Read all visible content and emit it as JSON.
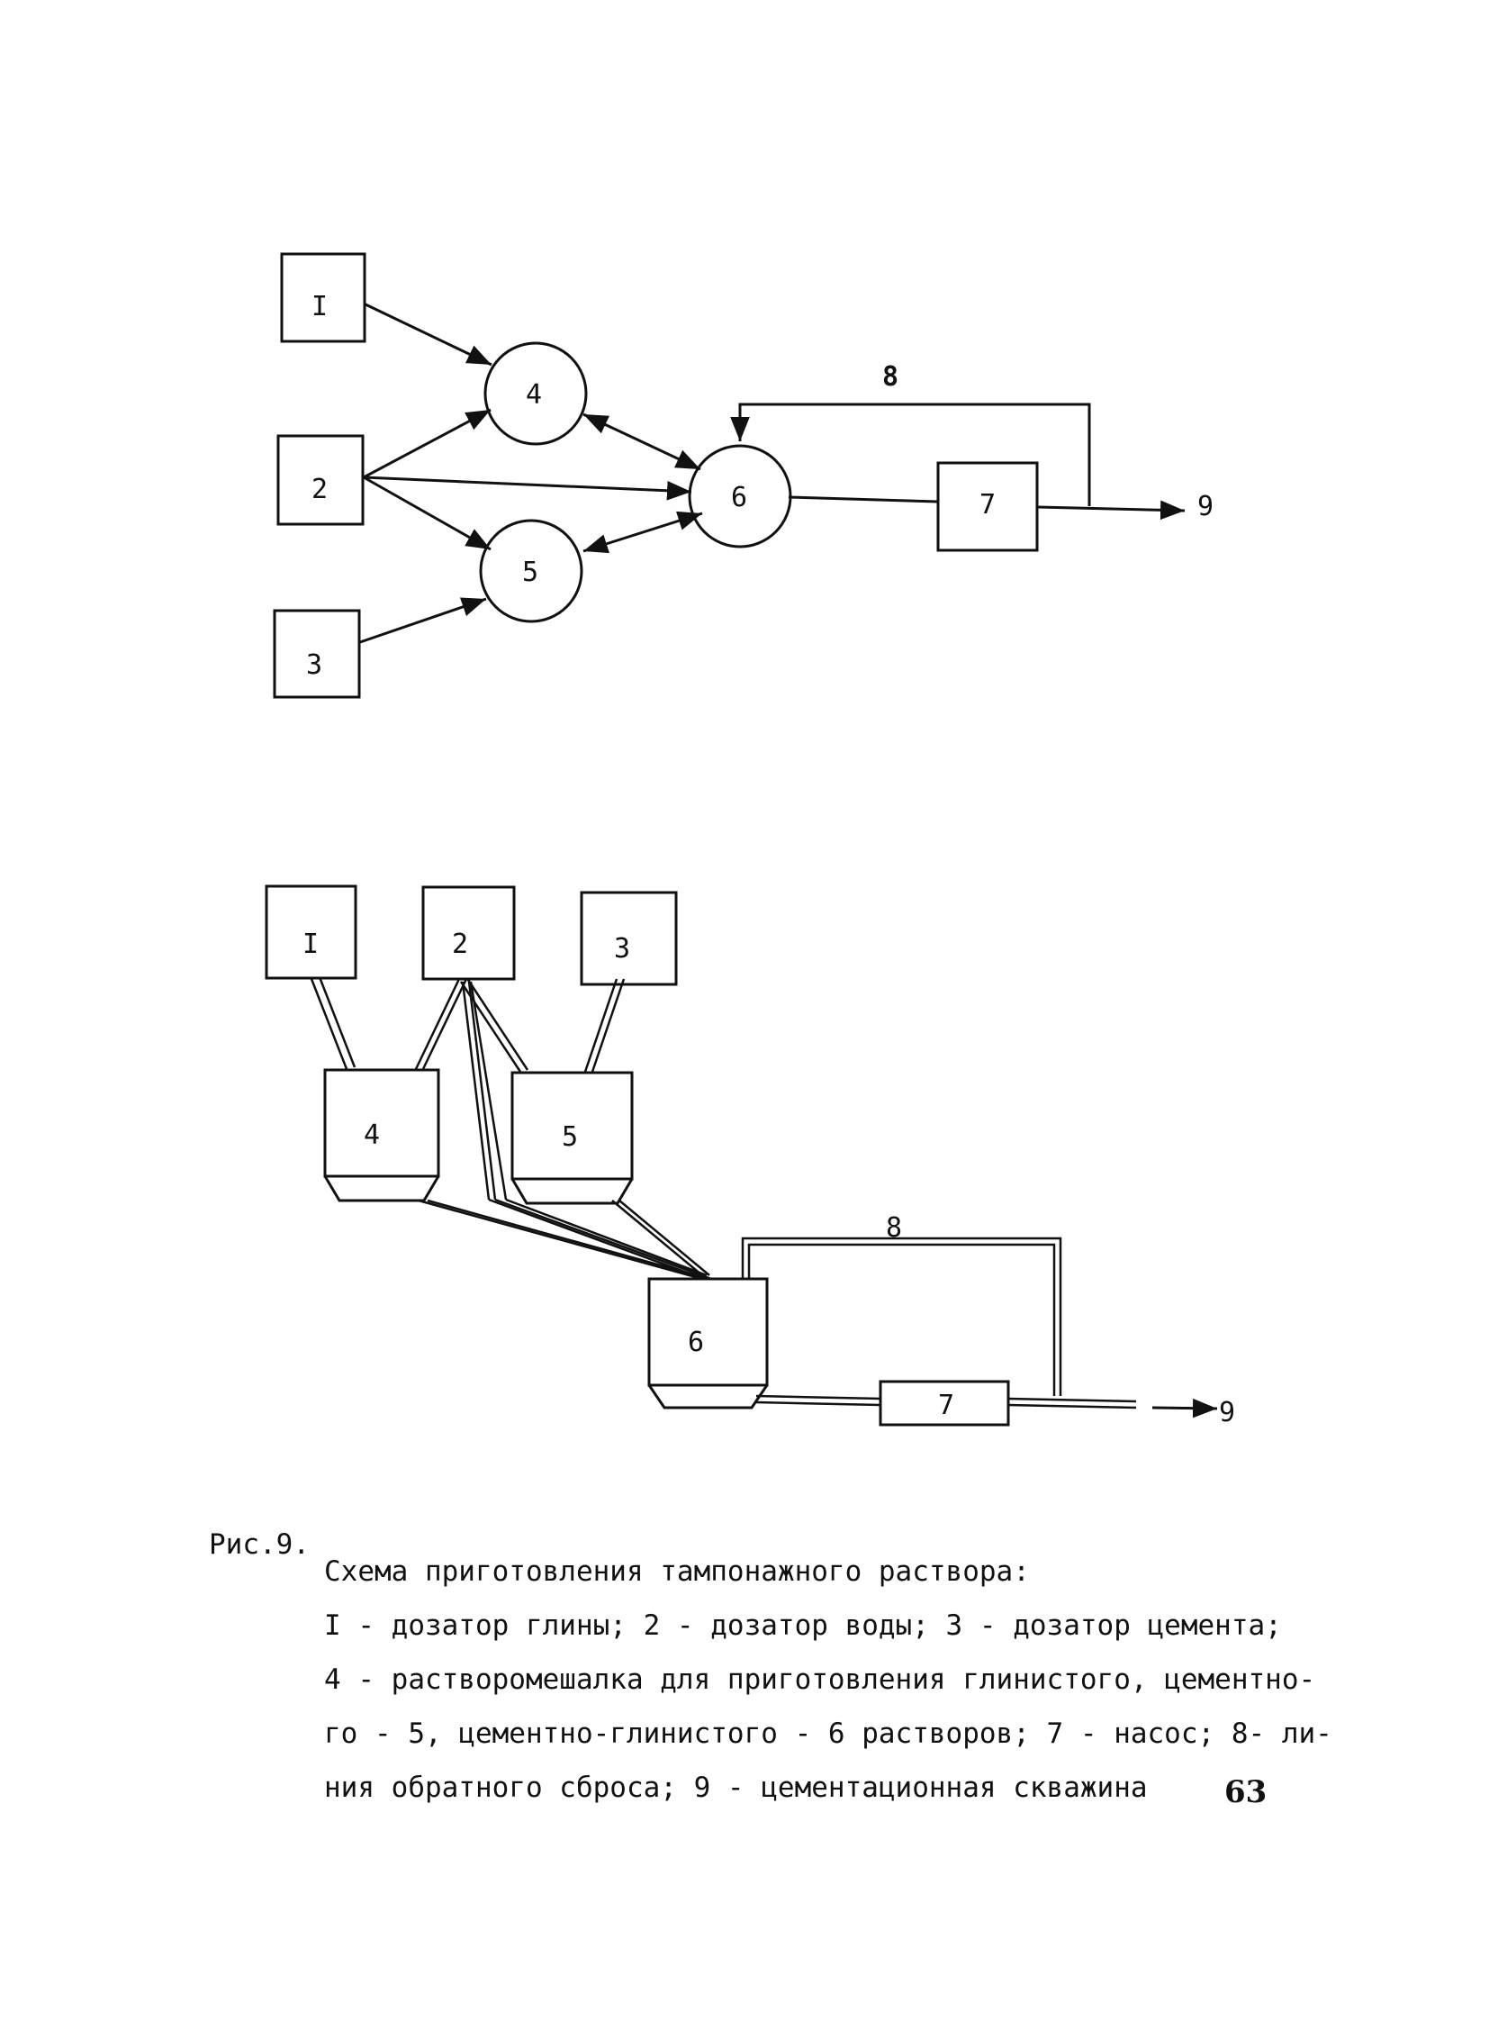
{
  "diagram1": {
    "boxes": {
      "b1": "I",
      "b2": "2",
      "b3": "3",
      "b7": "7"
    },
    "circles": {
      "c4": "4",
      "c5": "5",
      "c6": "6"
    },
    "line8": "8",
    "out9": "9"
  },
  "diagram2": {
    "boxes": {
      "b1": "I",
      "b2": "2",
      "b3": "3",
      "b4": "4",
      "b5": "5",
      "b6": "6",
      "b7": "7"
    },
    "line8": "8",
    "out9": "9"
  },
  "caption": {
    "prefix": "Рис.9.",
    "lines": [
      "Схема приготовления тампонажного раствора:",
      "I - дозатор глины; 2 - дозатор воды; 3 - дозатор цемента;",
      "4 - растворомешалка для приготовления глинистого, цементно-",
      "го - 5, цементно-глинистого - 6 растворов; 7 - насос; 8- ли-",
      "ния обратного сброса; 9 - цементационная скважина"
    ]
  },
  "page_number": "63"
}
